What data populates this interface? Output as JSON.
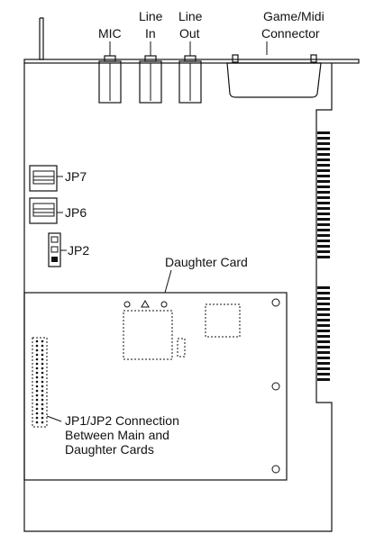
{
  "labels": {
    "mic": "MIC",
    "line_in_1": "Line",
    "line_in_2": "In",
    "line_out_1": "Line",
    "line_out_2": "Out",
    "game_midi_1": "Game/Midi",
    "game_midi_2": "Connector",
    "jp7": "JP7",
    "jp6": "JP6",
    "jp2": "JP2",
    "daughter_card": "Daughter Card",
    "jp1jp2_1": "JP1/JP2 Connection",
    "jp1jp2_2": "Between Main and",
    "jp1jp2_3": "Daughter Cards"
  },
  "colors": {
    "line": "#111111",
    "background": "#ffffff"
  }
}
